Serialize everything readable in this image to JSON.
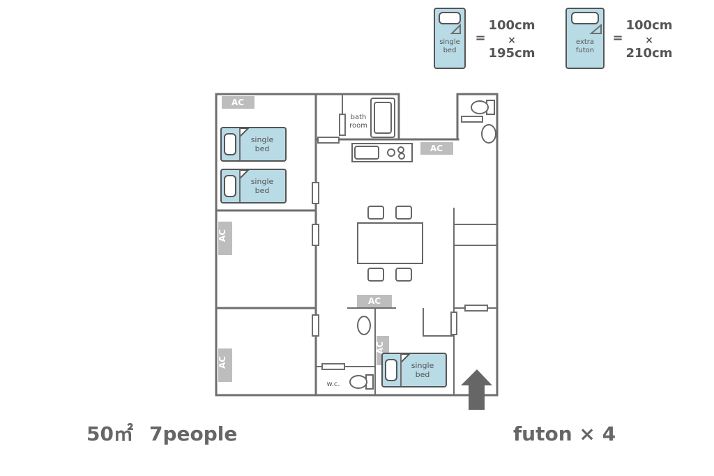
{
  "legend": {
    "single_bed": {
      "label_line1": "single",
      "label_line2": "bed",
      "equals": "=",
      "width": "100cm",
      "times": "×",
      "length": "195cm"
    },
    "extra_futon": {
      "label_line1": "extra",
      "label_line2": "futon",
      "equals": "=",
      "width": "100cm",
      "times": "×",
      "length": "210cm"
    }
  },
  "rooms": {
    "ac_label": "AC",
    "bed_label_line1": "single",
    "bed_label_line2": "bed",
    "bath_line1": "bath",
    "bath_line2": "room",
    "wc": "w.c."
  },
  "summary": {
    "area": "50㎡",
    "people": "7people",
    "futon": "futon × 4"
  },
  "colors": {
    "wall": "#6e6e6e",
    "bed": "#b8dbe6",
    "ac": "#bdbdbd"
  }
}
